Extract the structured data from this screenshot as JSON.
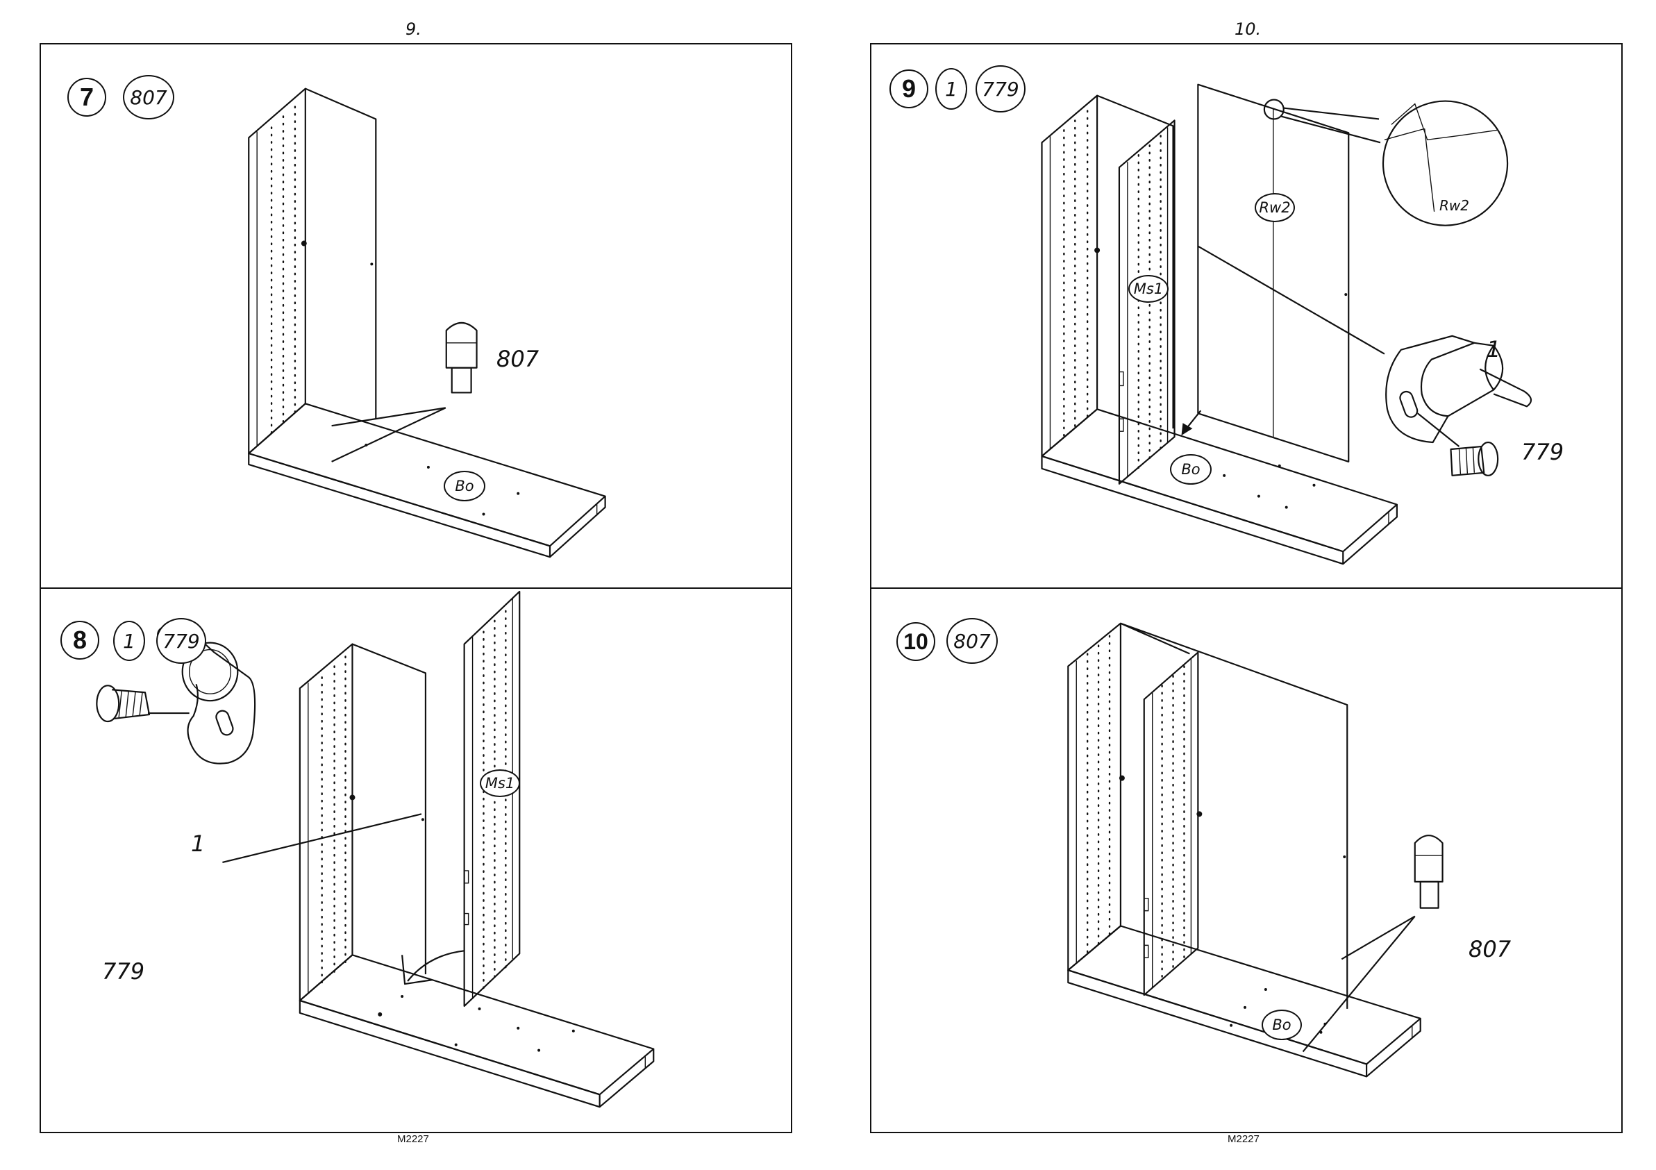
{
  "pages": [
    {
      "page_number": "9.",
      "footer": "M2227",
      "steps": [
        {
          "step": "7",
          "parts": [
            "807"
          ],
          "callouts": [
            "807"
          ],
          "labels": [
            "Bo"
          ]
        },
        {
          "step": "8",
          "parts": [
            "1",
            "779"
          ],
          "callouts": [
            "1",
            "779"
          ],
          "labels": [
            "Ms1"
          ]
        }
      ]
    },
    {
      "page_number": "10.",
      "footer": "M2227",
      "steps": [
        {
          "step": "9",
          "parts": [
            "1",
            "779"
          ],
          "callouts": [
            "1",
            "779"
          ],
          "labels": [
            "Rw2",
            "Ms1",
            "Bo",
            "Rw2"
          ]
        },
        {
          "step": "10",
          "parts": [
            "807"
          ],
          "callouts": [
            "807"
          ],
          "labels": [
            "Bo"
          ]
        }
      ]
    }
  ]
}
